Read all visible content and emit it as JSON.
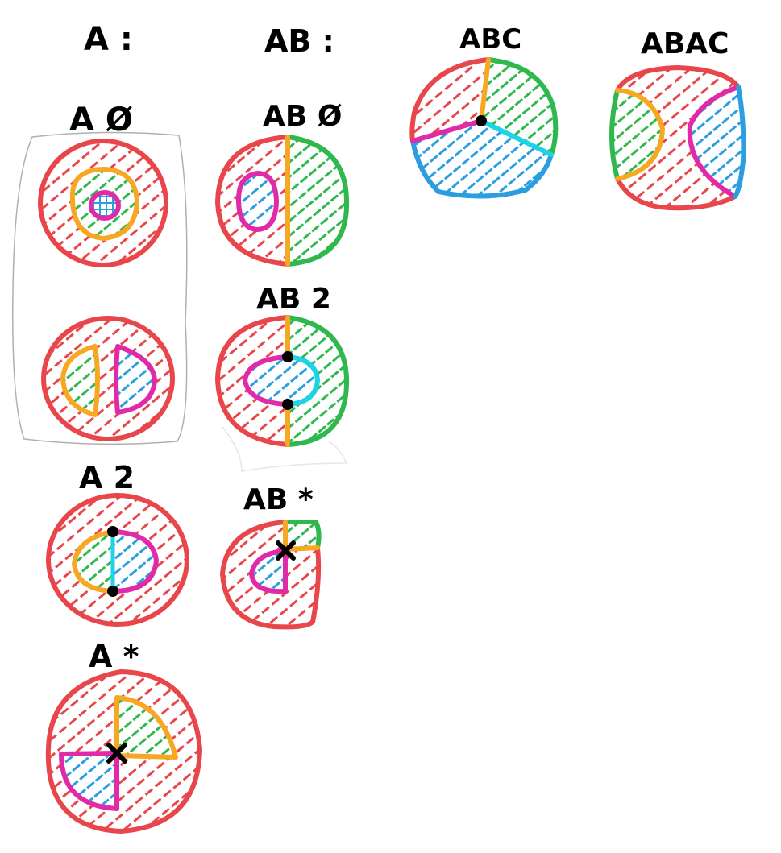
{
  "colors": {
    "red": "#e8464a",
    "orange": "#f7a823",
    "green": "#2eb84d",
    "magenta": "#e02aa8",
    "blue": "#2a9ee0",
    "cyan": "#1fd3e6",
    "black": "#000000",
    "frame": "#b0b0b0"
  },
  "headings": {
    "a": "A :",
    "ab": "AB :",
    "abc": "ABC",
    "abac": "ABAC"
  },
  "labels": {
    "a0": "A Ø",
    "a2": "A 2",
    "astar": "A *",
    "ab0": "AB Ø",
    "ab2": "AB 2",
    "abstar": "AB *"
  }
}
